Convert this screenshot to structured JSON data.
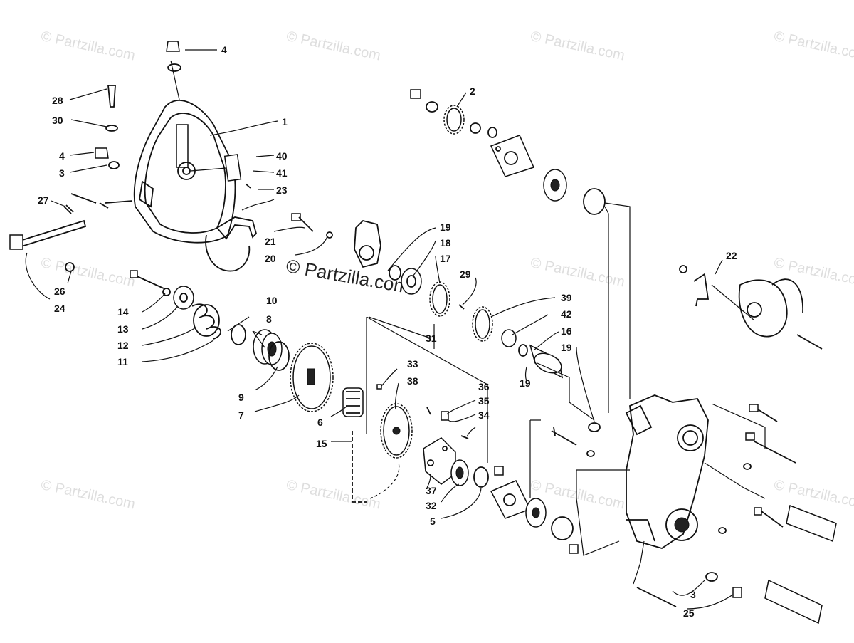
{
  "watermark": {
    "text": "© Partzilla.com",
    "center_text": "© Partzilla.com"
  },
  "callouts": [
    "1",
    "2",
    "3",
    "3",
    "4",
    "4",
    "5",
    "6",
    "7",
    "8",
    "9",
    "10",
    "11",
    "12",
    "13",
    "14",
    "15",
    "16",
    "17",
    "18",
    "19",
    "19",
    "19",
    "20",
    "21",
    "22",
    "23",
    "24",
    "25",
    "26",
    "27",
    "28",
    "29",
    "30",
    "31",
    "32",
    "33",
    "34",
    "35",
    "36",
    "37",
    "38",
    "39",
    "40",
    "41",
    "42"
  ]
}
